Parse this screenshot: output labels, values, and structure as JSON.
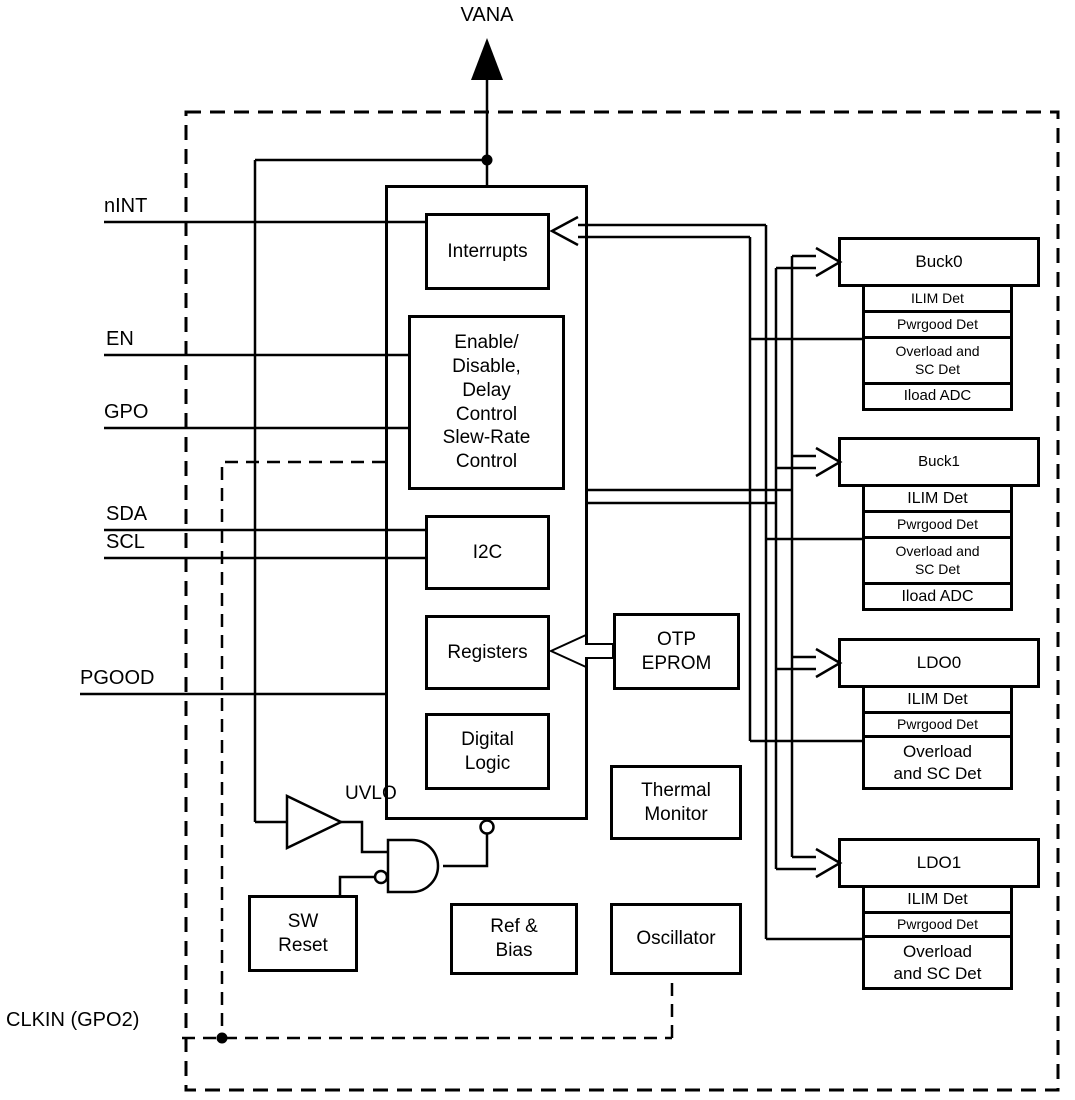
{
  "diagram": {
    "pins": {
      "vana": "VANA",
      "nint": "nINT",
      "en": "EN",
      "gpo": "GPO",
      "sda": "SDA",
      "scl": "SCL",
      "pgood": "PGOOD",
      "clkin": "CLKIN (GPO2)"
    },
    "core": {
      "interrupts": "Interrupts",
      "enable_block": "Enable/\nDisable,\nDelay\nControl\nSlew-Rate\nControl",
      "i2c": "I2C",
      "registers": "Registers",
      "digital_logic": "Digital\nLogic"
    },
    "support": {
      "otp": "OTP\nEPROM",
      "thermal": "Thermal\nMonitor",
      "ref_bias": "Ref &\nBias",
      "oscillator": "Oscillator",
      "sw_reset": "SW\nReset",
      "uvlo": "UVLO"
    },
    "regulators": [
      {
        "title": "Buck0",
        "rows": [
          "ILIM Det",
          "Pwrgood Det",
          "Overload and\nSC Det",
          "Iload ADC"
        ]
      },
      {
        "title": "Buck1",
        "rows": [
          "ILIM Det",
          "Pwrgood Det",
          "Overload and\nSC Det",
          "Iload ADC"
        ]
      },
      {
        "title": "LDO0",
        "rows": [
          "ILIM Det",
          "Pwrgood Det",
          "Overload\nand SC Det"
        ]
      },
      {
        "title": "LDO1",
        "rows": [
          "ILIM Det",
          "Pwrgood Det",
          "Overload\nand SC Det"
        ]
      }
    ],
    "colors": {
      "line": "#000000",
      "background": "#ffffff"
    }
  }
}
